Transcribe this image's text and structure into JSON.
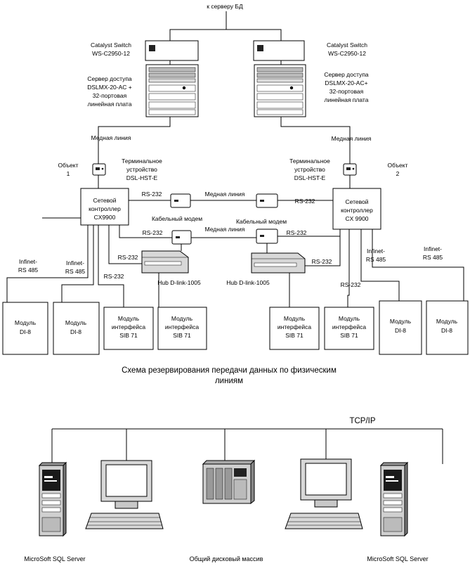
{
  "top_label": "к серверу БД",
  "switches": [
    {
      "name": "Catalyst Switch",
      "model": "WS-C2950-12"
    },
    {
      "name": "Catalyst Switch",
      "model": "WS-C2950-12"
    }
  ],
  "access_servers": [
    {
      "lines": [
        "Сервер доступа",
        "DSLMX-20-AC +",
        "32-портовая",
        "линейная плата"
      ]
    },
    {
      "lines": [
        "Сервер доступа",
        "DSLMX-20-AC+",
        "32-портовая",
        "линейная плата"
      ]
    }
  ],
  "copper_line": "Медная линия",
  "objects": [
    {
      "label": "Объект",
      "number": "1"
    },
    {
      "label": "Объект",
      "number": "2"
    }
  ],
  "terminals": [
    {
      "lines": [
        "Терминальное",
        "устройство",
        "DSL-HST-E"
      ]
    },
    {
      "lines": [
        "Терминальное",
        "устройство",
        "DSL-HST-E"
      ]
    }
  ],
  "controllers": [
    {
      "lines": [
        "Сетевой",
        "контроллер",
        "CX9900"
      ]
    },
    {
      "lines": [
        "Сетевой",
        "контроллер",
        "CX 9900"
      ]
    }
  ],
  "rs232": "RS-232",
  "cable_modem": "Кабельный модем",
  "hubs": [
    "Hub D-link-1005",
    "Hub D-link-1005"
  ],
  "infinet": [
    "Infinet-",
    "RS 485"
  ],
  "modules": {
    "di8": [
      "Модуль",
      "DI-8"
    ],
    "sib": [
      "Модуль",
      "интерфейса",
      "SIB 71"
    ]
  },
  "caption": [
    "Схема резервирования передачи данных по физическим",
    "линиям"
  ],
  "tcpip": "TCP/IP",
  "bottom": {
    "sql_left": "MicroSoft SQL Server",
    "storage": "Общий дисковый массив",
    "sql_right": "MicroSoft SQL Server"
  },
  "icons": [
    "switch-icon",
    "access-server-icon",
    "dsl-terminal-icon",
    "cable-modem-icon",
    "hub-icon",
    "server-tower-icon",
    "workstation-icon",
    "disk-array-icon"
  ],
  "colors": {
    "line": "#000000",
    "device_fill": "#d8d8d8",
    "dark": "#222222"
  }
}
